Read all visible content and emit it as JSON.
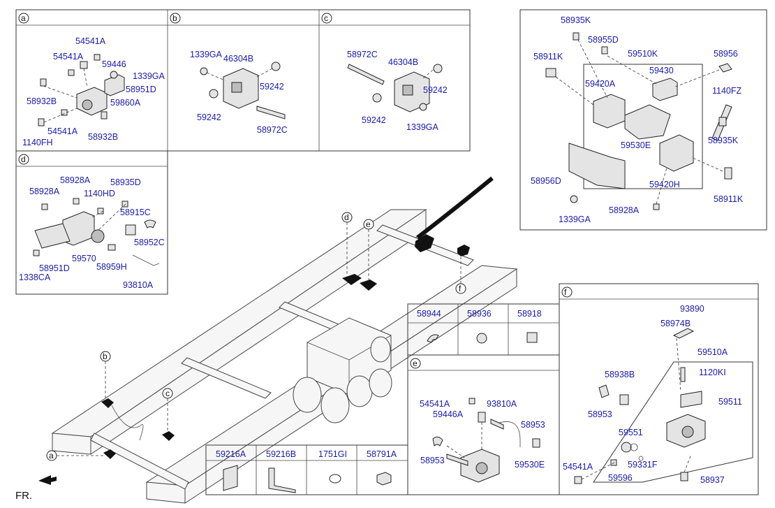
{
  "sections": {
    "a": {
      "letter": "a",
      "parts": [
        "54541A",
        "54541A",
        "59446",
        "1339GA",
        "58951D",
        "58932B",
        "59860A",
        "54541A",
        "1140FH",
        "58932B"
      ]
    },
    "b": {
      "letter": "b",
      "parts": [
        "1339GA",
        "46304B",
        "59242",
        "59242",
        "58972C"
      ]
    },
    "c": {
      "letter": "c",
      "parts": [
        "58972C",
        "46304B",
        "59242",
        "59242",
        "1339GA"
      ]
    },
    "d": {
      "letter": "d",
      "parts": [
        "58928A",
        "58935D",
        "58928A",
        "1140HD",
        "58915C",
        "58952C",
        "59570",
        "58959H",
        "58951D",
        "1338CA",
        "93810A"
      ]
    },
    "e": {
      "letter": "e",
      "parts": [
        "54541A",
        "93810A",
        "59446A",
        "58953",
        "58953",
        "59530E"
      ]
    },
    "f": {
      "letter": "f",
      "parts": [
        "93890",
        "58974B",
        "59510A",
        "58938B",
        "1120KI",
        "59511",
        "58953",
        "59551",
        "54541A",
        "59331F",
        "59596",
        "58937"
      ]
    }
  },
  "detail_top_right": {
    "parts": [
      "58935K",
      "58955D",
      "58911K",
      "59510K",
      "58956",
      "59430",
      "59420A",
      "1140FZ",
      "59530E",
      "58935K",
      "58956D",
      "59420H",
      "58928A",
      "58911K",
      "1339GA"
    ]
  },
  "small_parts_table": {
    "headers": [
      "58944",
      "58936",
      "58918"
    ]
  },
  "bracket_table": {
    "headers": [
      "59216A",
      "59216B",
      "1751GI",
      "58791A"
    ]
  },
  "callouts": {
    "a": "a",
    "b": "b",
    "c": "c",
    "d": "d",
    "e": "e",
    "f": "f"
  },
  "fr_label": "FR."
}
